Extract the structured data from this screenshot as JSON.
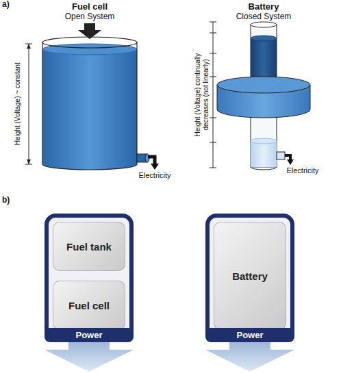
{
  "diagram": {
    "nodes": [
      {
        "text": []
      },
      {
        "text": [
          "Fuel tank"
        ],
        "in": 0
      },
      {
        "text": [
          "Fuel cell"
        ],
        "in": 0
      },
      {
        "text": [
          "Power"
        ]
      },
      {
        "text": []
      },
      {
        "text": [
          "Battery"
        ],
        "in": 4
      },
      {
        "text": [
          "Power"
        ]
      }
    ],
    "edges": [
      {
        "from": 1,
        "to": 2,
        "arrow": "to"
      }
    ],
    "labels": [
      "a)",
      "Fuel cell",
      "Open System",
      "Height (Voltage) ~ constant",
      "Electricity",
      "Battery",
      "Closed System",
      "Height (Voltage) continually decreases (not linearly)",
      "Electricity",
      "b)"
    ]
  }
}
